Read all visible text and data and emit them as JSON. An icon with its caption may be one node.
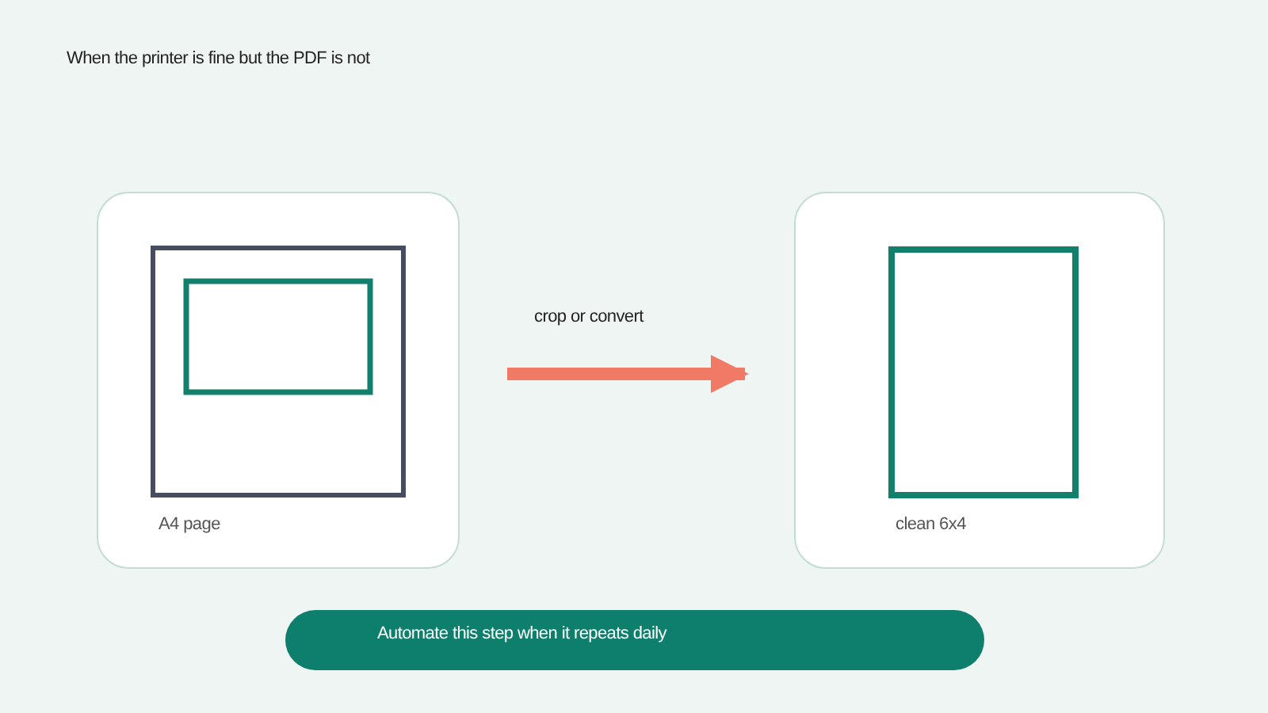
{
  "diagram": {
    "title": "When the printer is fine but the PDF is not",
    "nodes": [
      {
        "text": [
          "A4 page"
        ]
      },
      {
        "text": [
          "clean 6x4"
        ]
      },
      {
        "text": [
          "Automate this step when it repeats daily"
        ]
      }
    ],
    "edges": [
      {
        "from": 0,
        "to": 1,
        "arrow": "to",
        "label": "crop or convert",
        "color": "#f07a66"
      }
    ]
  }
}
